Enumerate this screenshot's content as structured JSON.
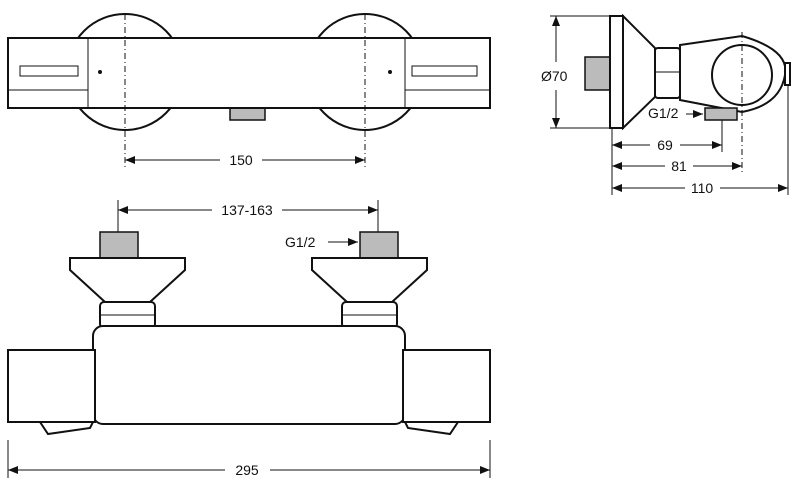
{
  "drawing": {
    "top_view": {
      "dim_center_distance": "150"
    },
    "front_view": {
      "dim_inlet_range": "137-163",
      "inlet_thread": "G1/2",
      "dim_overall_length": "295"
    },
    "side_view": {
      "dim_flange_diameter": "Ø70",
      "outlet_thread": "G1/2",
      "dim_outlet_depth": "69",
      "dim_axis_depth": "81",
      "dim_overall_depth": "110"
    }
  }
}
